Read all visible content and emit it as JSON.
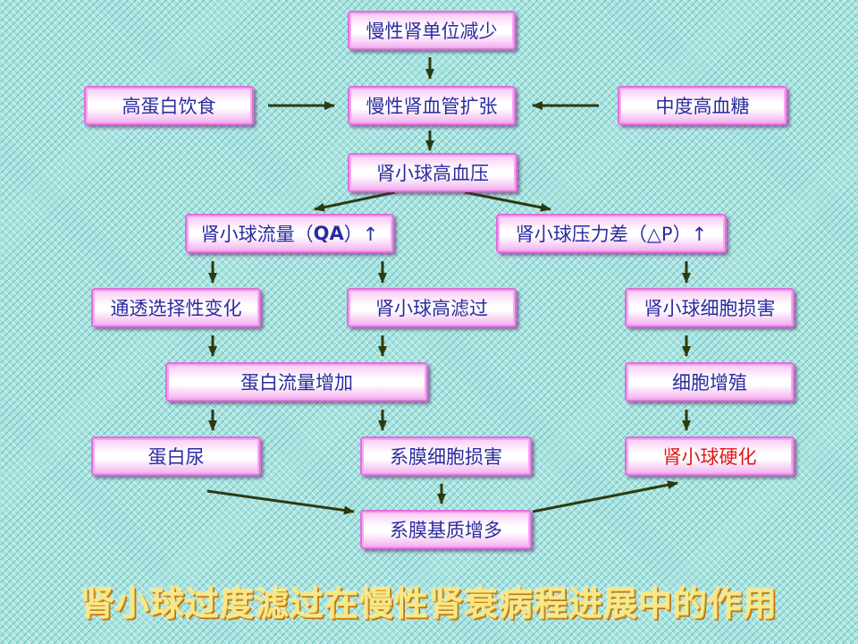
{
  "nodes": {
    "chronic_nephron_reduction": "慢性肾单位减少",
    "high_protein_diet": "高蛋白饮食",
    "chronic_renal_vasodilation": "慢性肾血管扩张",
    "moderate_hyperglycemia": "中度高血糖",
    "glomerular_hypertension": "肾小球高血压",
    "glomerular_flow_prefix": "肾小球流量（",
    "glomerular_flow_qa": "QA",
    "glomerular_flow_suffix": "）↑",
    "glomerular_pressure_diff": "肾小球压力差（△P）↑",
    "permselectivity_change": "通透选择性变化",
    "glomerular_hyperfiltration": "肾小球高滤过",
    "glomerular_cell_damage": "肾小球细胞损害",
    "protein_flux_increase": "蛋白流量增加",
    "cell_proliferation": "细胞增殖",
    "proteinuria": "蛋白尿",
    "mesangial_cell_damage": "系膜细胞损害",
    "glomerulosclerosis": "肾小球硬化",
    "mesangial_matrix_increase": "系膜基质增多"
  },
  "title": "肾小球过度滤过在慢性肾衰病程进展中的作用",
  "colors": {
    "node_text": "#2b2ba0",
    "highlight_text": "#e01818",
    "arrow": "#2e3a10",
    "node_border": "#e070dc",
    "title": "#f6e88a"
  }
}
